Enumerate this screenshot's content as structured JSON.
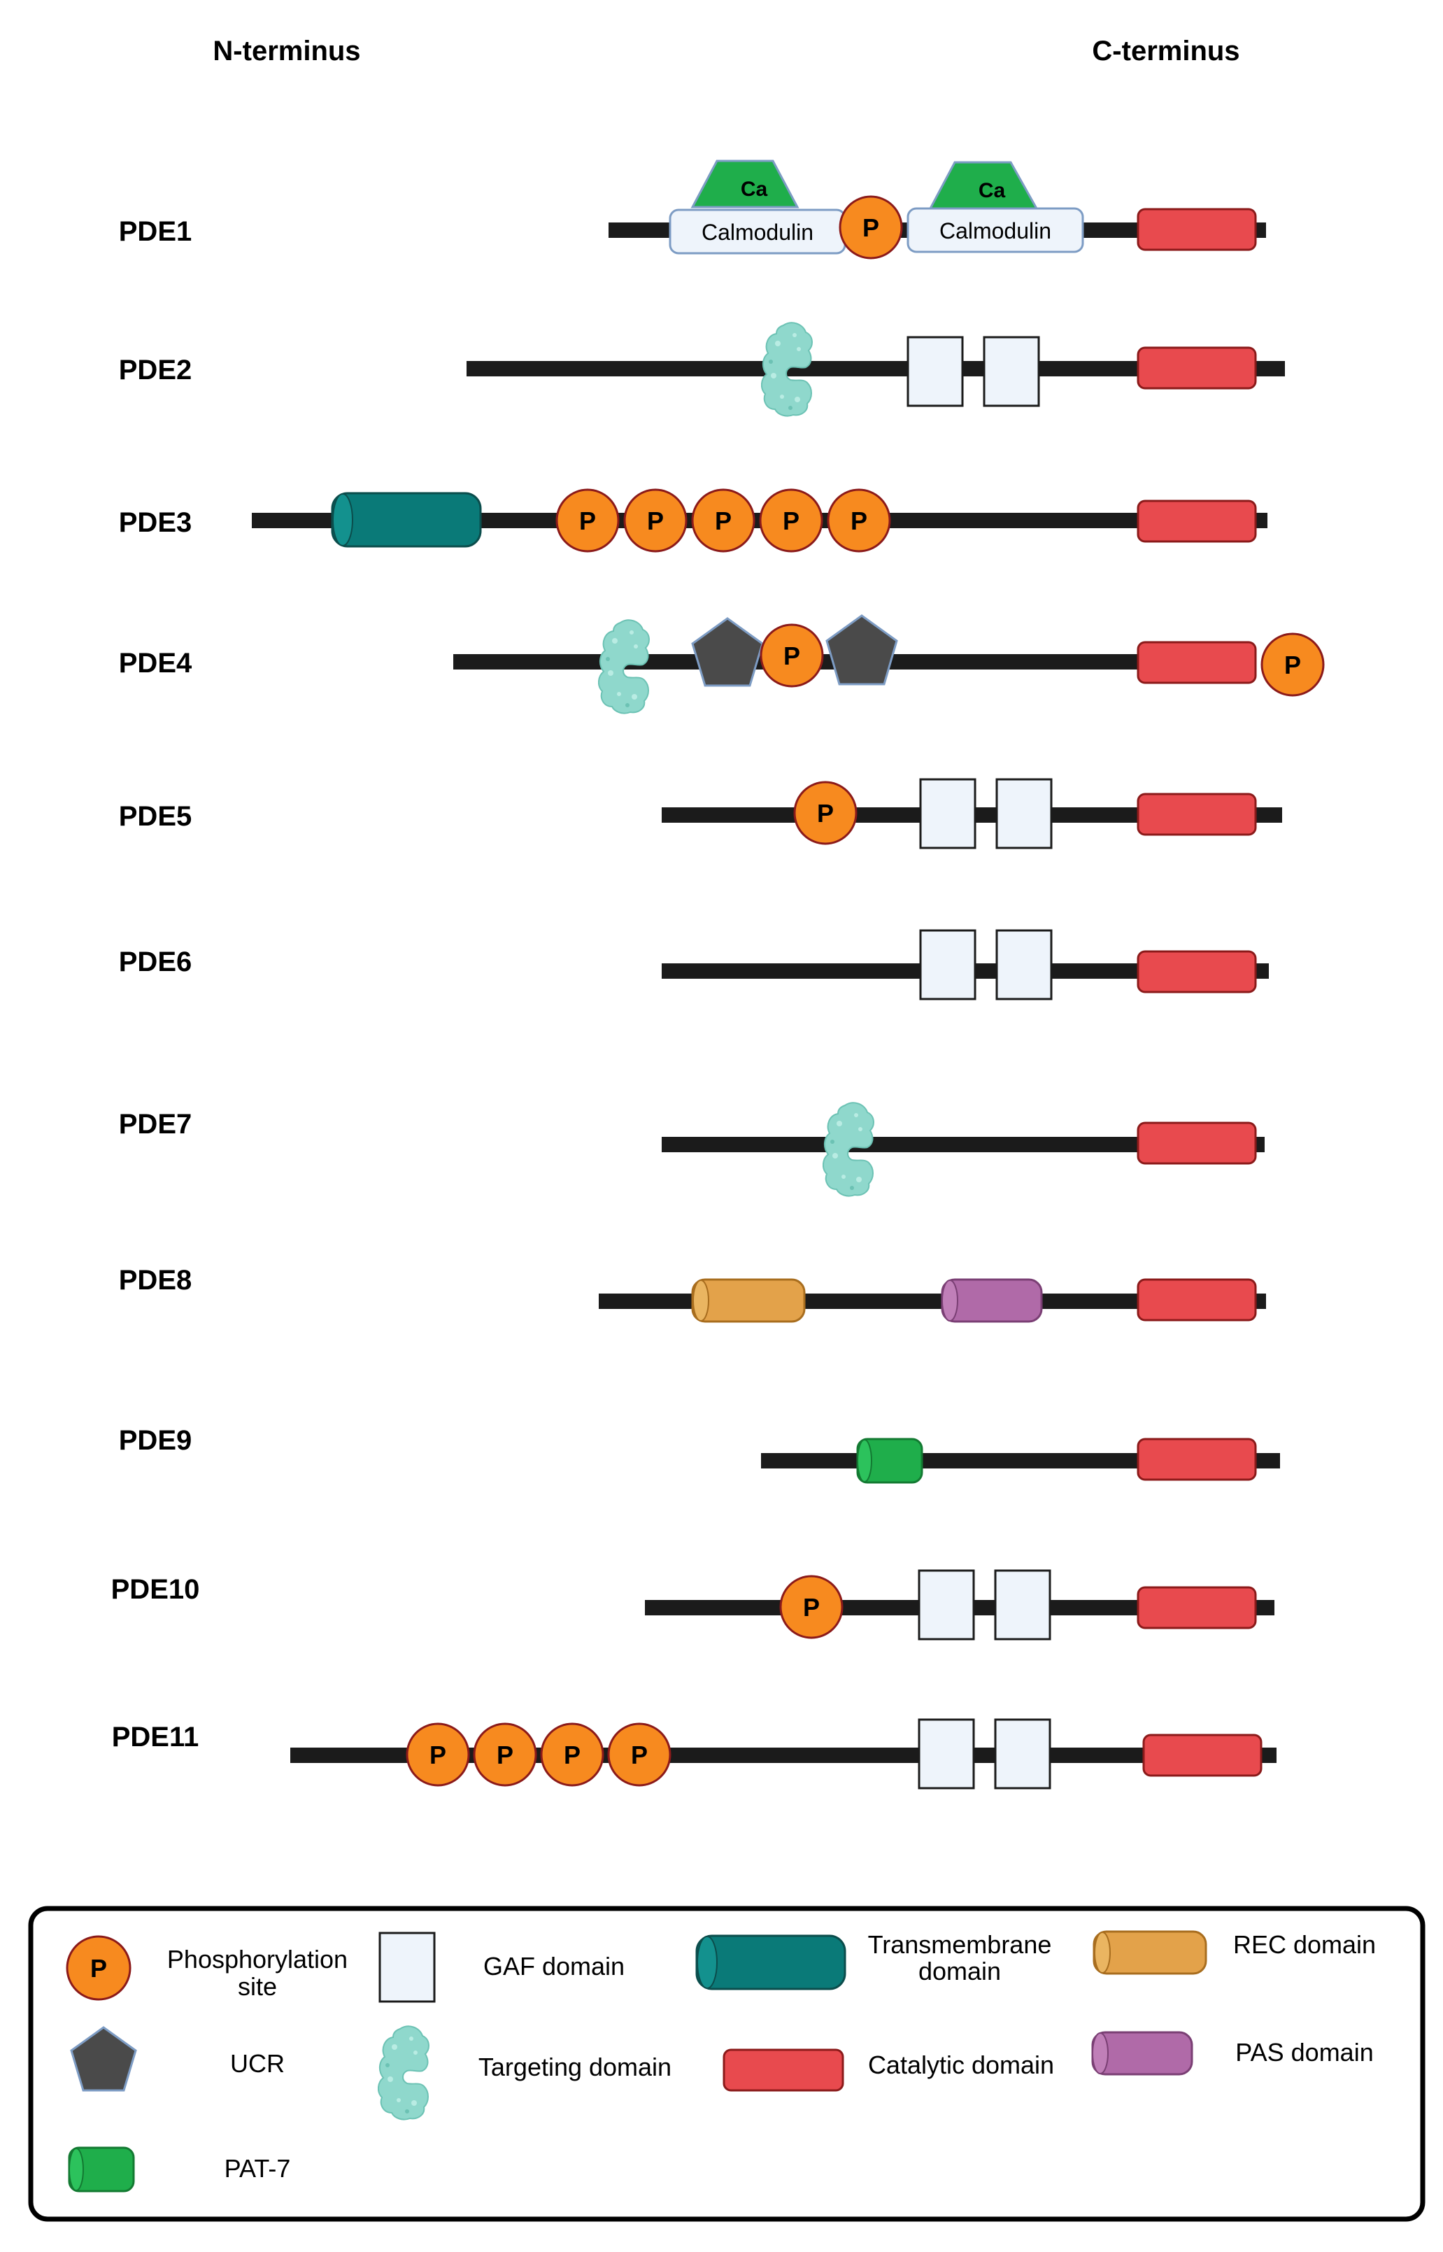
{
  "header": {
    "n_terminus": "N-terminus",
    "c_terminus": "C-terminus"
  },
  "colors": {
    "backbone": "#1b1b1b",
    "phospho_fill": "#f78a1f",
    "phospho_stroke": "#8b1a1a",
    "catalytic_fill": "#e84a4e",
    "catalytic_stroke": "#8b1a1a",
    "gaf_fill": "#eef4fb",
    "gaf_stroke": "#1b1b1b",
    "calmodulin_fill": "#eef4fb",
    "calmodulin_stroke": "#7d9cc4",
    "ca_fill": "#1fae4b",
    "transmembrane_fill": "#0a7a78",
    "rec_fill": "#e3a24a",
    "pas_fill": "#b06aa8",
    "pat7_fill": "#1fae4b",
    "ucr_fill": "#4a4a4a",
    "targeting_fill": "#8fd8cc"
  },
  "phospho_letter": "P",
  "ca_letter": "Ca",
  "calmodulin_label": "Calmodulin",
  "rows": [
    {
      "label": "PDE1",
      "features": [
        "Calmodulin",
        "Ca",
        "Phosphorylation site",
        "Calmodulin",
        "Ca",
        "Catalytic domain"
      ]
    },
    {
      "label": "PDE2",
      "features": [
        "Targeting domain",
        "GAF domain",
        "GAF domain",
        "Catalytic domain"
      ]
    },
    {
      "label": "PDE3",
      "features": [
        "Transmembrane domain",
        "Phosphorylation site",
        "Phosphorylation site",
        "Phosphorylation site",
        "Phosphorylation site",
        "Phosphorylation site",
        "Catalytic domain"
      ]
    },
    {
      "label": "PDE4",
      "features": [
        "Targeting domain",
        "UCR",
        "Phosphorylation site",
        "UCR",
        "Catalytic domain",
        "Phosphorylation site"
      ]
    },
    {
      "label": "PDE5",
      "features": [
        "Phosphorylation site",
        "GAF domain",
        "GAF domain",
        "Catalytic domain"
      ]
    },
    {
      "label": "PDE6",
      "features": [
        "GAF domain",
        "GAF domain",
        "Catalytic domain"
      ]
    },
    {
      "label": "PDE7",
      "features": [
        "Targeting domain",
        "Catalytic domain"
      ]
    },
    {
      "label": "PDE8",
      "features": [
        "REC domain",
        "PAS domain",
        "Catalytic domain"
      ]
    },
    {
      "label": "PDE9",
      "features": [
        "PAT-7",
        "Catalytic domain"
      ]
    },
    {
      "label": "PDE10",
      "features": [
        "Phosphorylation site",
        "GAF domain",
        "GAF domain",
        "Catalytic domain"
      ]
    },
    {
      "label": "PDE11",
      "features": [
        "Phosphorylation site",
        "Phosphorylation site",
        "Phosphorylation site",
        "Phosphorylation site",
        "GAF domain",
        "GAF domain",
        "Catalytic domain"
      ]
    }
  ],
  "legend": {
    "phospho_line1": "Phosphorylation",
    "phospho_line2": "site",
    "gaf": "GAF domain",
    "transmembrane_line1": "Transmembrane",
    "transmembrane_line2": "domain",
    "rec": "REC domain",
    "ucr": "UCR",
    "targeting": "Targeting domain",
    "catalytic": "Catalytic domain",
    "pas": "PAS domain",
    "pat7": "PAT-7"
  }
}
